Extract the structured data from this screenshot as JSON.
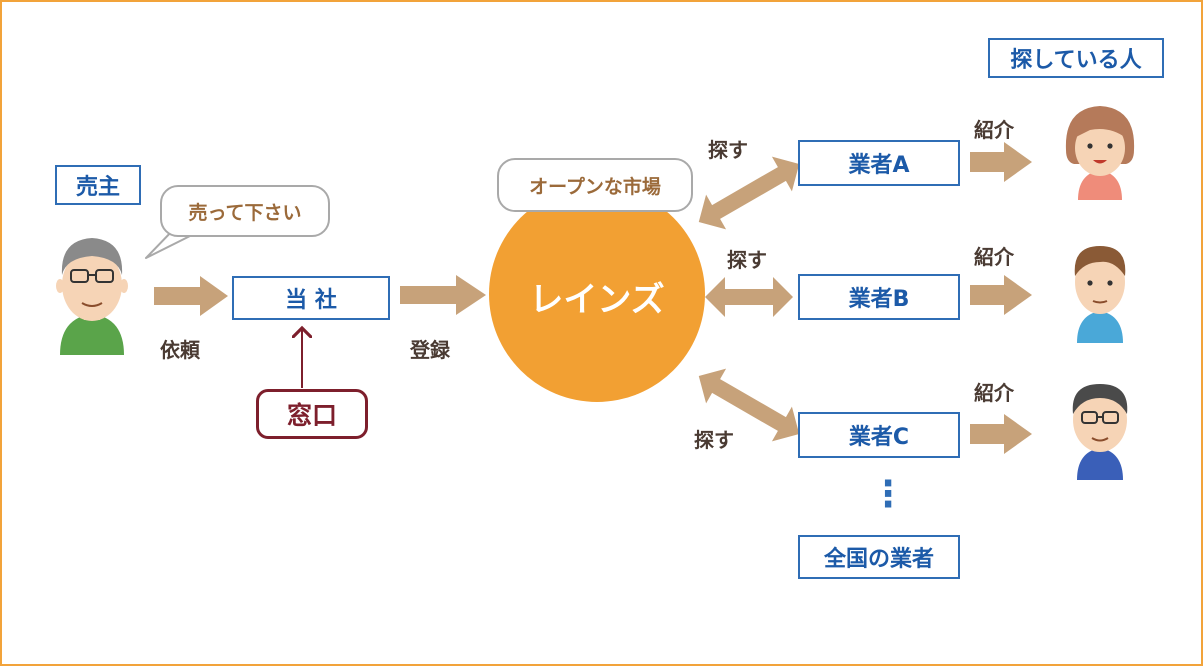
{
  "seller_label": "売主",
  "seller_speech": "売って下さい",
  "request_label": "依頼",
  "company_label": "当 社",
  "contact_label": "窓口",
  "register_label": "登録",
  "market_bubble": "オープンな市場",
  "reins_label": "レインズ",
  "search_label": "探す",
  "agents": [
    {
      "label": "業者A"
    },
    {
      "label": "業者B"
    },
    {
      "label": "業者C"
    }
  ],
  "ellipsis": "⋮",
  "all_agents_label": "全国の業者",
  "buyers_title": "探している人",
  "introduce_label": "紹介",
  "colors": {
    "frame": "#f2a33a",
    "arrow": "#c7a27a",
    "box_border": "#2f6db5",
    "box_text": "#1c5aa8",
    "reins_circle": "#f2a033",
    "contact": "#7d1f2c",
    "label_text": "#4a3b33"
  }
}
